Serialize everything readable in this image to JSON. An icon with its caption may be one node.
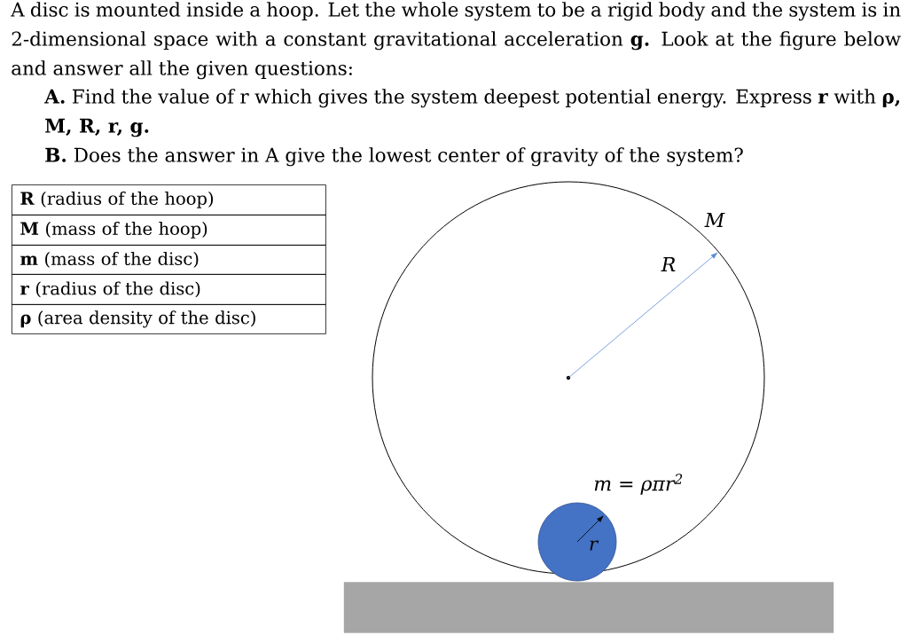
{
  "diagram": {
    "nodes": [
      {
        "text": [],
        "shape": "circle"
      },
      {
        "text": [
          "r"
        ],
        "in": 0
      },
      {
        "text": [],
        "shape": "bar"
      }
    ],
    "labels": [
      "A disc is mounted inside a hoop. Let the whole system to be a rigid body and the system is in 2-dimensional space with a constant gravitational acceleration **g.** Look at the figure below and answer all the given questions:",
      "**A.** Find the value of r which gives the system deepest potential energy. Express **r** with **ρ, M, R, r, g.**",
      "**B.** Does the answer in A give the lowest center of gravity of the system?",
      "**R** (radius of the hoop)",
      "**M** (mass of the hoop)",
      "**m** (mass of the disc)",
      "**r** (radius of the disc)",
      "**ρ** (area density of the disc)",
      "M",
      "R",
      "m = ρπr$^{2}$"
    ]
  }
}
